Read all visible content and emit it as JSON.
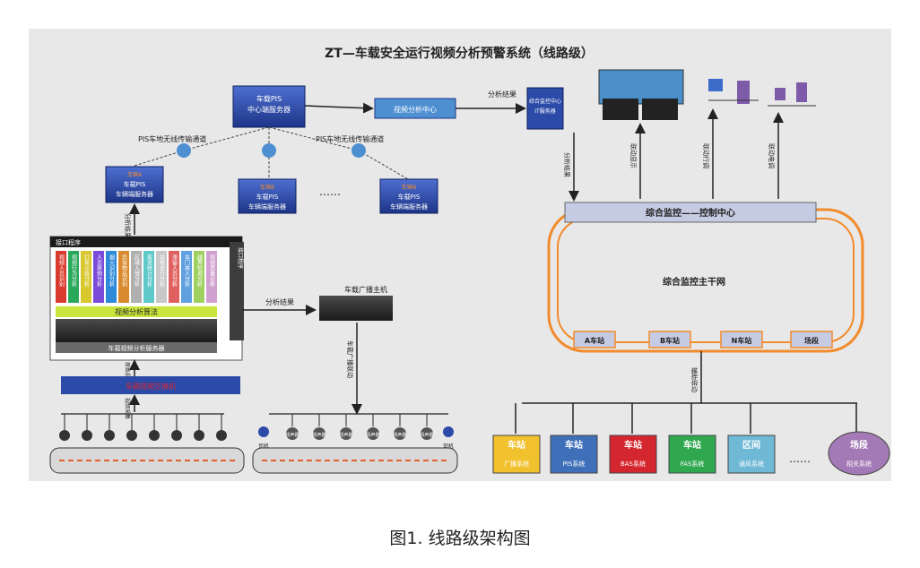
{
  "title": "ZT—车载安全运行视频分析预警系统（线路级）",
  "caption": "图1. 线路级架构图",
  "servers": {
    "center": [
      "车载PIS",
      "中心端服务器"
    ],
    "video_center": "视频分析中心",
    "integrated": [
      "综合监控中心",
      "IT服务器"
    ],
    "train_a": [
      "车辆A",
      "车载PIS",
      "车辆端服务器"
    ],
    "train_b": [
      "车辆B",
      "车载PIS",
      "车辆端服务器"
    ],
    "train_n": [
      "车辆N",
      "车载PIS",
      "车辆端服务器"
    ]
  },
  "labels": {
    "wireless_left": "PIS车地无线传输通道",
    "wireless_right": "PIS车地无线传输通道",
    "ellipsis": "……",
    "analysis_result": "分析结果",
    "analysis_result_v": "分析结果",
    "linkage_display": "联动显示",
    "linkage_dispatch": "联动行调",
    "linkage_power": "联动电调",
    "vehicle_analysis": "分析结果",
    "broadcast_main": "车载广播主机",
    "broadcast_analysis": "分析结果",
    "broadcast_linkage": "车载广播联动",
    "interface_program": "接口程序",
    "interface_right": "接口程序",
    "video_algo": "视频分析算法",
    "vehicle_server": "车载视频分析服务器",
    "switch": "车辆视频交换机",
    "collect": "视频采集",
    "raw_video": "原始视频",
    "aux_linkage": "辅助联动"
  },
  "algo_columns": [
    "视频人员识别",
    "视频行为分析",
    "打架斗殴分析",
    "人员摔倒分析",
    "烟火识别分析",
    "异常物品识别",
    "区域入侵分析",
    "客流统计分析",
    "扶梯逆行分析",
    "滞留人员分析",
    "车门夹人分析",
    "越界检测分析",
    "视频质量诊断"
  ],
  "algo_colors": [
    "#d93c2e",
    "#2aa85a",
    "#d9c72e",
    "#7a4ad9",
    "#2e8ad9",
    "#d98a2e",
    "#b0b0b0",
    "#5fc8c8",
    "#c8c8c8",
    "#e06060",
    "#60a0e0",
    "#a0d060",
    "#d0a0d0"
  ],
  "control_center": "综合监控——控制中心",
  "backbone": "综合监控主干网",
  "stations": [
    "A车站",
    "B车站",
    "N车站",
    "场段"
  ],
  "bottom_boxes": [
    {
      "top": "车站",
      "bottom": "广播系统",
      "color": "#f2c12e"
    },
    {
      "top": "车站",
      "bottom": "PIS系统",
      "color": "#3f6fb8"
    },
    {
      "top": "车站",
      "bottom": "BAS系统",
      "color": "#d4262e"
    },
    {
      "top": "车站",
      "bottom": "FAS系统",
      "color": "#2fa84f"
    },
    {
      "top": "区间",
      "bottom": "通风系统",
      "color": "#6fb8d6"
    },
    {
      "top": "场段",
      "bottom": "相关系统",
      "color": "#a37ab5"
    }
  ],
  "speaker_labels": [
    "扬声器",
    "扬声器",
    "扬声器",
    "扬声器",
    "扬声器",
    "扬声器"
  ],
  "driver_labels": [
    "司机",
    "司机"
  ],
  "colors": {
    "bg": "#e8e8e8",
    "accent": "#f28b2c",
    "server": "#2c4aa8",
    "control": "#c5cbe2"
  }
}
